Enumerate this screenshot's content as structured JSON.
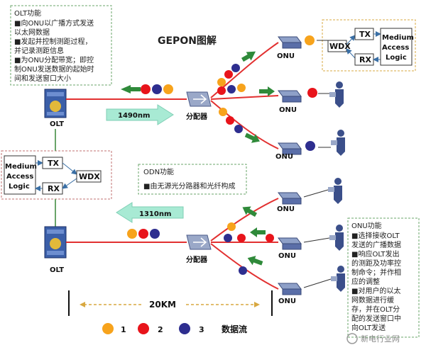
{
  "title": "GEPON图解",
  "olt_note": {
    "heading": "OLT功能",
    "lines": [
      "■向ONU以广播方式发送",
      "以太网数据",
      "■发起并控制测距过程，",
      "并记录测距信息",
      "■为ONU分配带宽；即控",
      "制ONU发送数据的起始时",
      "间和发送窗口大小"
    ]
  },
  "odn_note": {
    "heading": "ODN功能",
    "lines": [
      "■由无源光分路器和光纤构成"
    ]
  },
  "onu_note": {
    "heading": "ONU功能",
    "lines": [
      "■选择接收OLT",
      "发送的广播数据",
      "■响应OLT发出",
      "的测距及功率控",
      "制命令；并作相",
      "应的调整",
      "■对用户的以太",
      "网数据进行缓",
      "存，并在OLT分",
      "配的发送窗口中",
      "向OLT发送"
    ]
  },
  "labels": {
    "olt": "OLT",
    "onu": "ONU",
    "splitter": "分配器",
    "down_wavelength": "1490nm",
    "up_wavelength": "1310nm",
    "distance": "20KM",
    "data_flow": "数据流",
    "tx": "TX",
    "rx": "RX",
    "wdx": "WDX",
    "mac": [
      "Medium",
      "Access",
      "Logic"
    ]
  },
  "legend": [
    {
      "label": "1",
      "color": "#f7a31c"
    },
    {
      "label": "2",
      "color": "#e8141b"
    },
    {
      "label": "3",
      "color": "#2e2e8f"
    }
  ],
  "watermark": "新电行业网",
  "colors": {
    "fiber": "#e23030",
    "note_border_green": "#6aa56a",
    "note_border_red": "#c07070",
    "note_border_yellow": "#d8a840",
    "arrow_green": "#2f8a3a",
    "block_arrow": "#a8ead4"
  }
}
